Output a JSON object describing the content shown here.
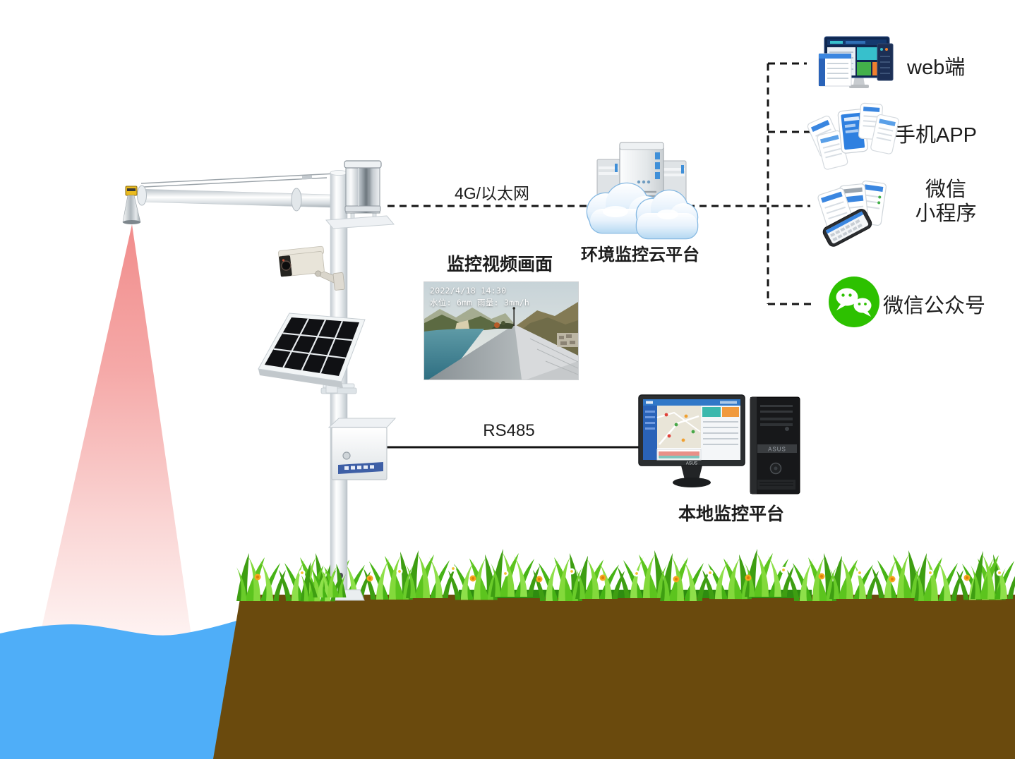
{
  "connections": {
    "uplink_label": "4G/以太网",
    "serial_label": "RS485"
  },
  "cloud_platform": {
    "label": "环境监控云平台"
  },
  "video_monitor": {
    "title": "监控视频画面",
    "timestamp": "2022/4/18 14:30",
    "telemetry": "水位: 6mm 雨量: 3mm/h"
  },
  "local_platform": {
    "label": "本地监控平台",
    "brand": "ASUS"
  },
  "clients": {
    "web_label": "web端",
    "app_label": "手机APP",
    "miniprogram_label": "微信\n小程序",
    "official_account_label": "微信公众号"
  },
  "station": {
    "parts": [
      "radar-level-sensor",
      "rain-gauge",
      "cctv-camera",
      "solar-panel",
      "control-box"
    ]
  },
  "colors": {
    "wechat_green": "#2DC100",
    "water_blue": "#4FAEF8",
    "soil_brown": "#6A4A0D",
    "grass_green": "#55C41D",
    "beam_pink": "#F18D8C",
    "dash_line": "#141414",
    "cloud_blue": "#BFDCF4",
    "accent_blue": "#3F8FD8"
  }
}
